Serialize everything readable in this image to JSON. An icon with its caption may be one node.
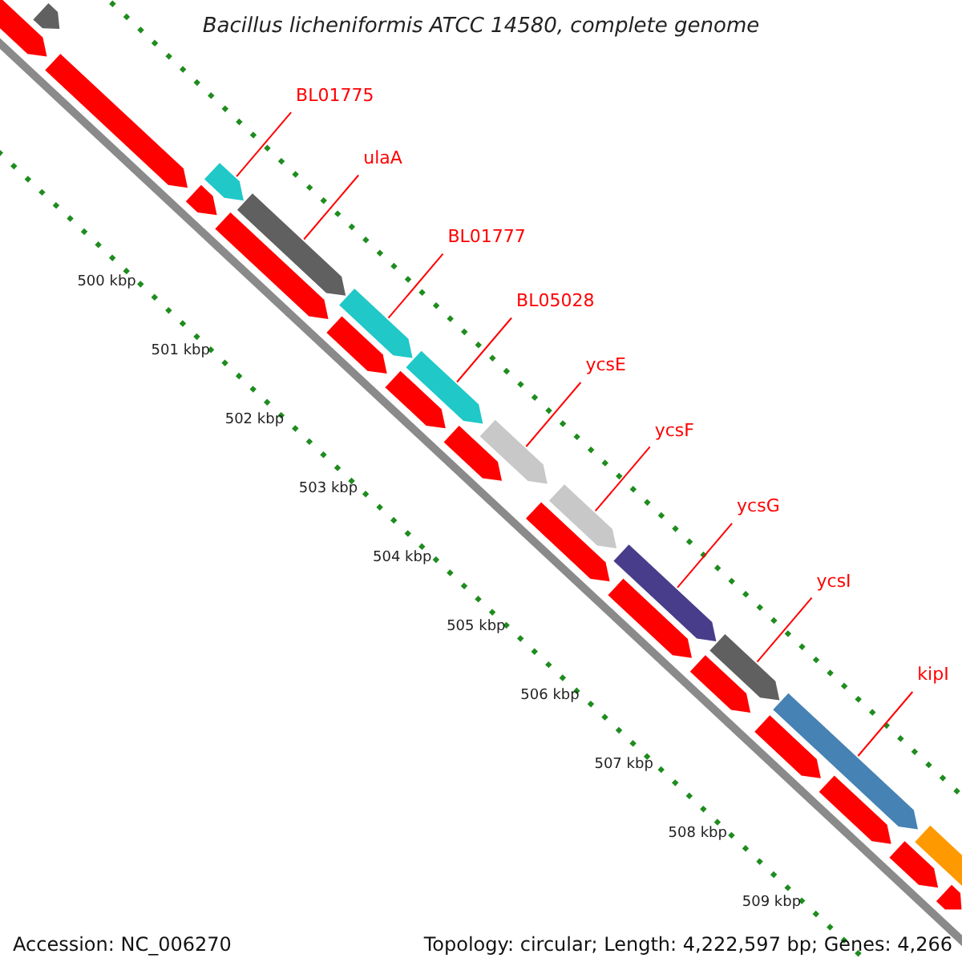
{
  "diagram": {
    "title": "Bacillus licheniformis ATCC 14580, complete genome",
    "nodes": [
      {
        "text": [
          "BL01775"
        ]
      },
      {
        "text": [
          "ulaA"
        ]
      },
      {
        "text": [
          "BL01777"
        ]
      },
      {
        "text": [
          "BL05028"
        ]
      },
      {
        "text": [
          "ycsE"
        ]
      },
      {
        "text": [
          "ycsF"
        ]
      },
      {
        "text": [
          "ycsG"
        ]
      },
      {
        "text": [
          "ycsI"
        ]
      },
      {
        "text": [
          "kipI"
        ]
      },
      {
        "text": [],
        "shape": "bar"
      },
      {
        "text": [],
        "shape": "bar"
      },
      {
        "text": [],
        "shape": "bar"
      },
      {
        "text": [],
        "shape": "bar"
      },
      {
        "text": [],
        "shape": "bar"
      },
      {
        "text": [],
        "shape": "bar"
      },
      {
        "text": [],
        "shape": "bar"
      },
      {
        "text": [],
        "shape": "bar"
      },
      {
        "text": [],
        "shape": "bar"
      },
      {
        "text": [],
        "shape": "bar"
      },
      {
        "text": [],
        "shape": "bar"
      },
      {
        "text": [],
        "shape": "bar"
      },
      {
        "text": [],
        "shape": "bar"
      },
      {
        "text": [],
        "shape": "bar"
      },
      {
        "text": [],
        "shape": "bar"
      },
      {
        "text": [],
        "shape": "bar"
      },
      {
        "text": [],
        "shape": "bar"
      },
      {
        "text": [],
        "shape": "bar"
      },
      {
        "text": [],
        "shape": "bar"
      },
      {
        "text": [],
        "shape": "bar"
      },
      {
        "text": [],
        "shape": "bar"
      },
      {
        "text": [],
        "shape": "bar"
      },
      {
        "text": [],
        "shape": "bar"
      },
      {
        "text": [],
        "shape": "bar"
      },
      {
        "text": [],
        "shape": "bar"
      }
    ],
    "edges": [
      {
        "from": 0,
        "to": 9,
        "arrow": "none"
      },
      {
        "from": 1,
        "to": 10,
        "arrow": "none"
      },
      {
        "from": 2,
        "to": 11,
        "arrow": "none"
      },
      {
        "from": 3,
        "to": 12,
        "arrow": "none"
      },
      {
        "from": 4,
        "to": 13,
        "arrow": "none"
      },
      {
        "from": 5,
        "to": 14,
        "arrow": "none"
      },
      {
        "from": 6,
        "to": 15,
        "arrow": "none"
      },
      {
        "from": 7,
        "to": 16,
        "arrow": "none"
      },
      {
        "from": 8,
        "to": 17,
        "arrow": "none"
      }
    ],
    "labels": [
      "500 kbp",
      "501 kbp",
      "502 kbp",
      "503 kbp",
      "504 kbp",
      "505 kbp",
      "506 kbp",
      "507 kbp",
      "508 kbp",
      "509 kbp",
      "Accession: NC_006270",
      "Topology: circular; Length: 4,222,597 bp; Genes: 4,266"
    ]
  }
}
